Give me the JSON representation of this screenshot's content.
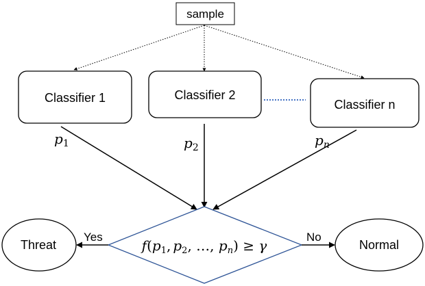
{
  "diagram": {
    "input": {
      "label": "sample"
    },
    "classifiers": [
      {
        "label": "Classifier 1",
        "prob_symbol": "p",
        "prob_index": "1"
      },
      {
        "label": "Classifier 2",
        "prob_symbol": "p",
        "prob_index": "2"
      },
      {
        "label": "Classifier n",
        "prob_symbol": "p",
        "prob_index": "n"
      }
    ],
    "decision": {
      "condition_parts": {
        "f": "f",
        "open": "(",
        "p": "p",
        "i1": "1",
        "sep1": ",",
        "i2": "2",
        "sep2": ", …, ",
        "in": "n",
        "close": ")",
        "op": " ≥ ",
        "gamma": "γ"
      }
    },
    "yes_branch": {
      "edge_label": "Yes",
      "outcome": "Threat"
    },
    "no_branch": {
      "edge_label": "No",
      "outcome": "Normal"
    },
    "colors": {
      "stroke": "#000000",
      "diamond_stroke": "#2f5597",
      "ellipsis_link": "#4472c4"
    }
  }
}
